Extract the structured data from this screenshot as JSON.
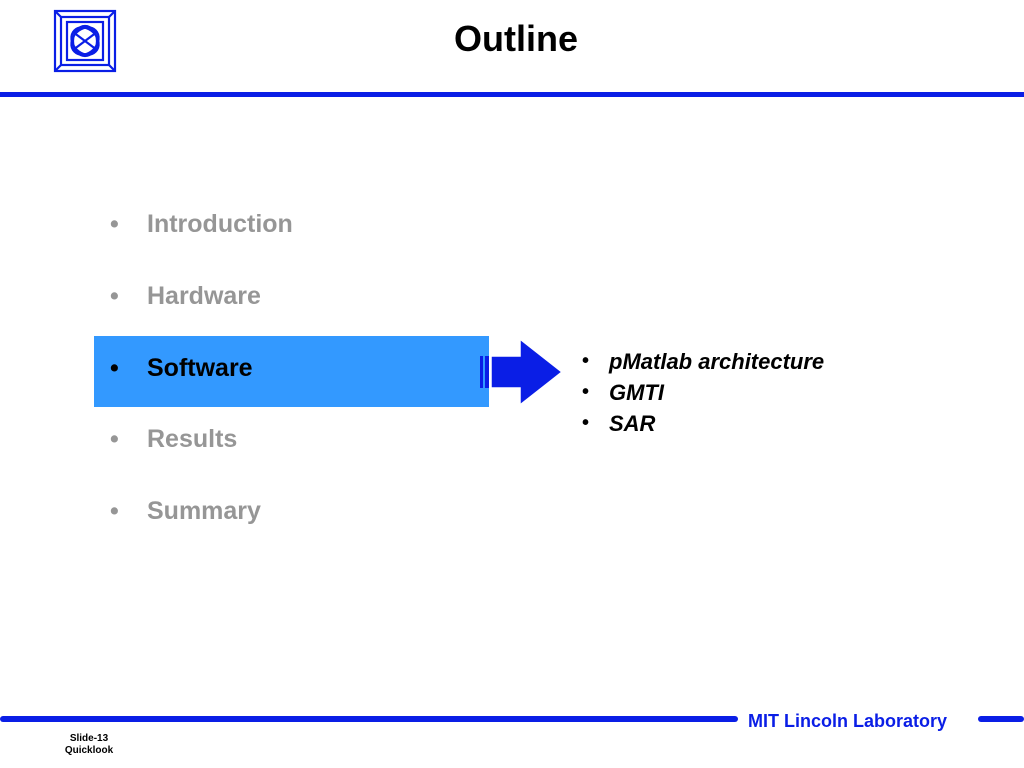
{
  "slide": {
    "title": "Outline"
  },
  "colors": {
    "accent": "#0a1ee6",
    "highlight": "#3399ff",
    "inactive_text": "#969696"
  },
  "outline": {
    "items": [
      {
        "bullet": "•",
        "label": "Introduction",
        "active": false
      },
      {
        "bullet": "•",
        "label": "Hardware",
        "active": false
      },
      {
        "bullet": "•",
        "label": "Software",
        "active": true
      },
      {
        "bullet": "•",
        "label": "Results",
        "active": false
      },
      {
        "bullet": "•",
        "label": "Summary",
        "active": false
      }
    ]
  },
  "subtopics": {
    "items": [
      {
        "bullet": "•",
        "label": "pMatlab architecture"
      },
      {
        "bullet": "•",
        "label": "GMTI"
      },
      {
        "bullet": "•",
        "label": "SAR"
      }
    ]
  },
  "icons": {
    "logo": "mit-lincoln-logo-icon",
    "arrow": "right-arrow-icon"
  },
  "footer": {
    "slide_number": "Slide-13",
    "deck_name": "Quicklook",
    "organization": "MIT Lincoln Laboratory"
  }
}
